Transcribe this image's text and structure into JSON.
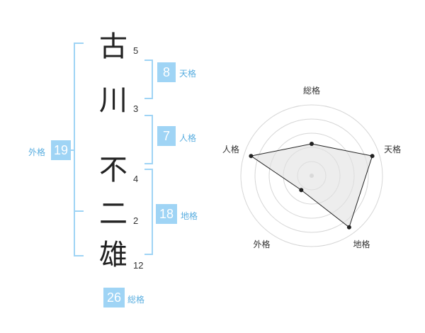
{
  "chart_data": {
    "type": "radar",
    "characters": [
      {
        "char": "古",
        "strokes": "5"
      },
      {
        "char": "川",
        "strokes": "3"
      },
      {
        "char": "不",
        "strokes": "4"
      },
      {
        "char": "二",
        "strokes": "2"
      },
      {
        "char": "雄",
        "strokes": "12"
      }
    ],
    "grades": [
      {
        "label": "天格",
        "value": "8"
      },
      {
        "label": "人格",
        "value": "7"
      },
      {
        "label": "地格",
        "value": "18"
      },
      {
        "label": "外格",
        "value": "19"
      },
      {
        "label": "総格",
        "value": "26"
      }
    ],
    "radar": {
      "axes": [
        "総格",
        "天格",
        "地格",
        "外格",
        "人格"
      ],
      "values": [
        0.45,
        0.9,
        0.9,
        0.25,
        0.9
      ],
      "max": 1,
      "rings": 5
    },
    "colors": {
      "accent": "#9fd4f5",
      "label": "#5aaee0",
      "fill": "#eeeeee",
      "line": "#222222"
    }
  }
}
